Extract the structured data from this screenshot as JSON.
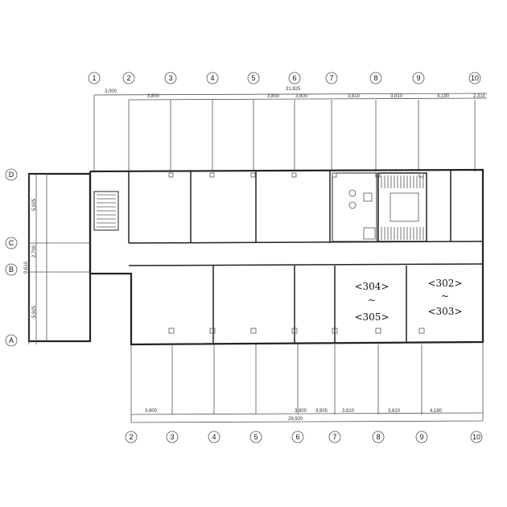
{
  "grid_top": [
    "1",
    "2",
    "3",
    "4",
    "5",
    "6",
    "7",
    "8",
    "9",
    "10"
  ],
  "grid_bottom": [
    "2",
    "3",
    "4",
    "5",
    "6",
    "7",
    "8",
    "9",
    "10"
  ],
  "grid_left": [
    "D",
    "C",
    "B",
    "A"
  ],
  "dims_top": {
    "overall": "31,825",
    "first": "3,000",
    "spans": [
      "3,800",
      "3,800",
      "3,800",
      "3,810",
      "3,810",
      "4,190",
      "2,310"
    ]
  },
  "dims_bottom": {
    "overall": "28,920",
    "spans": [
      "3,800",
      "3,800",
      "3,905",
      "3,810",
      "3,810",
      "4,190"
    ]
  },
  "dims_left": {
    "overall": "9,610",
    "spans": [
      "5,925",
      "2,700",
      "5,925"
    ]
  },
  "annotations": {
    "left_room": [
      "<304>",
      "~",
      "<305>"
    ],
    "right_room": [
      "<302>",
      "~",
      "<303>"
    ]
  }
}
